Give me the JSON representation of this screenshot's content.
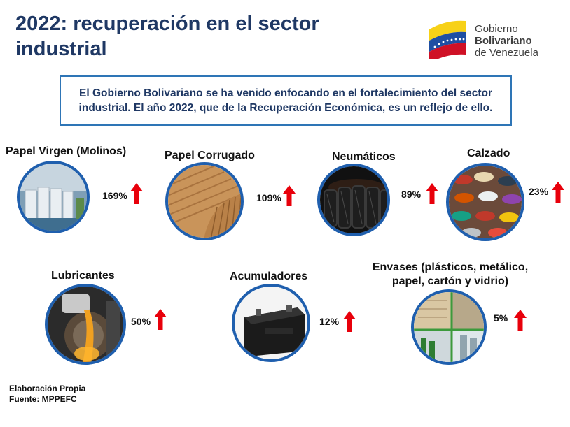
{
  "header": {
    "title": "2022: recuperación en el sector industrial",
    "logo_line1": "Gobierno",
    "logo_line2": "Bolivariano",
    "logo_line3": "de Venezuela"
  },
  "intro": "El Gobierno Bolivariano se ha venido enfocando en el fortalecimiento del sector industrial. El año 2022, que de la Recuperación Económica, es un reflejo de ello.",
  "items": [
    {
      "label": "Papel Virgen (Molinos)",
      "value": "169%",
      "icon": "paper-mill-photo"
    },
    {
      "label": "Papel Corrugado",
      "value": "109%",
      "icon": "corrugated-paper-photo"
    },
    {
      "label": "Neumáticos",
      "value": "89%",
      "icon": "tires-photo"
    },
    {
      "label": "Calzado",
      "value": "23%",
      "icon": "shoes-photo"
    },
    {
      "label": "Lubricantes",
      "value": "50%",
      "icon": "lubricant-photo"
    },
    {
      "label": "Acumuladores",
      "value": "12%",
      "icon": "battery-photo"
    },
    {
      "label": "Envases (plásticos, metálico, papel, cartón y vidrio)",
      "value": "5%",
      "icon": "containers-photo"
    }
  ],
  "colors": {
    "title": "#1f3864",
    "border": "#2e75b6",
    "circle_border": "#1f5fae",
    "arrow": "#e8000b"
  },
  "footer": {
    "line1": "Elaboración Propia",
    "line2": "Fuente: MPPEFC"
  }
}
